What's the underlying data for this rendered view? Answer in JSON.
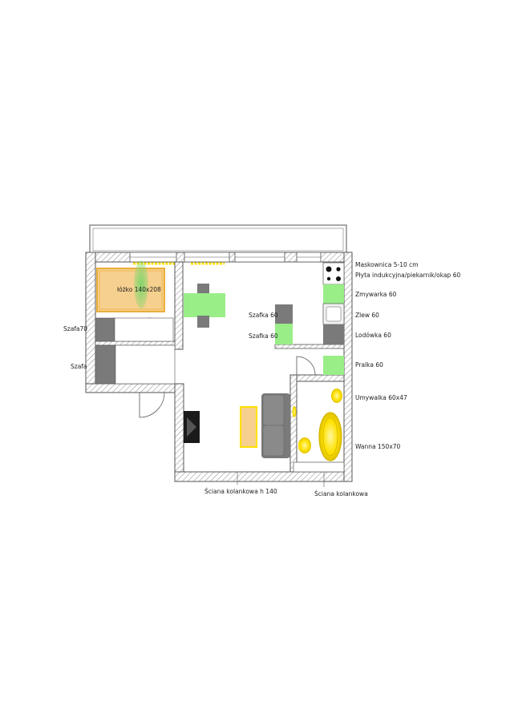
{
  "floor_plan": {
    "labels": {
      "bed": "łóżko 140x208",
      "wardrobe_70": "Szafa70",
      "wardrobe": "Szafa",
      "cabinet_1": "Szafka 60",
      "cabinet_2": "Szafka 60",
      "masking": "Maskownica 5-10 cm",
      "hob": "Płyta indukcyjna/piekarnik/okap 60",
      "dishwasher": "Zmywarka 60",
      "sink": "Zlew 60",
      "fridge": "Lodówka 60",
      "washer": "Pralka 60",
      "washbasin": "Umywalka 60x47",
      "bathtub": "Wanna 150x70",
      "knee_wall_main": "Ściana kolankowa h 140",
      "knee_wall_bath": "Ściana kolankowa"
    },
    "colors": {
      "wall": "#555555",
      "hatch": "#9a9a9a",
      "appliance_green": "#99ee88",
      "furniture_gray": "#7a7a7a",
      "bed_fill": "#f6d08e",
      "bed_outline": "#e8a82a",
      "fixture_yellow": "#ffe100",
      "fireplace": "#1a1a1a"
    }
  }
}
